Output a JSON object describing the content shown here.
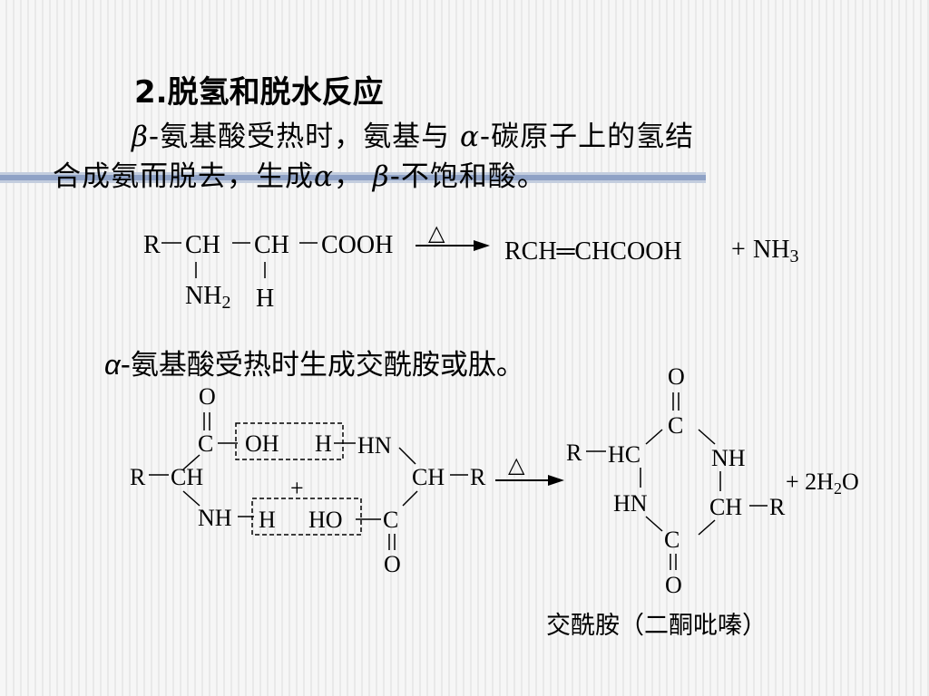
{
  "title": "2.脱氢和脱水反应",
  "paragraph": {
    "beta1": "β",
    "part1": "-氨基酸受热时，氨基与",
    "alpha1": "α",
    "part2": "-碳原子上的氢结",
    "part3": "合成氨而脱去，生成",
    "alpha2": "α",
    "part4": "，",
    "beta2": "β",
    "part5": "-不饱和酸。"
  },
  "reaction1": {
    "r": "R",
    "ch1": "CH",
    "ch2": "CH",
    "cooh": "COOH",
    "nh": "NH",
    "sub2": "2",
    "h": "H",
    "heat": "△",
    "product": "RCH═CHCOOH",
    "plus": "+",
    "nh3": "NH",
    "sub3": "3"
  },
  "line2": {
    "alpha": "α",
    "text": "-氨基酸受热时生成交酰胺或肽。"
  },
  "reaction2": {
    "o_top": "O",
    "c_top": "C",
    "oh": "OH",
    "h1": "H",
    "hn": "HN",
    "r_left": "R",
    "ch_left": "CH",
    "plus": "+",
    "ch_right": "CH",
    "r_right": "R",
    "nh": "NH",
    "h2": "H",
    "ho": "HO",
    "c_bottom": "C",
    "o_bottom": "O",
    "heat": "△",
    "p_o_top": "O",
    "p_c_top": "C",
    "p_r": "R",
    "p_hc": "HC",
    "p_nh": "NH",
    "p_hn": "HN",
    "p_ch": "CH",
    "p_r2": "R",
    "p_c_bottom": "C",
    "p_o_bottom": "O",
    "water_prefix": "+ 2H",
    "water_sub": "2",
    "water_o": "O"
  },
  "caption": "交酰胺（二酮吡嗪）",
  "colors": {
    "stripe": "#8fa2c6",
    "text": "#000000"
  }
}
